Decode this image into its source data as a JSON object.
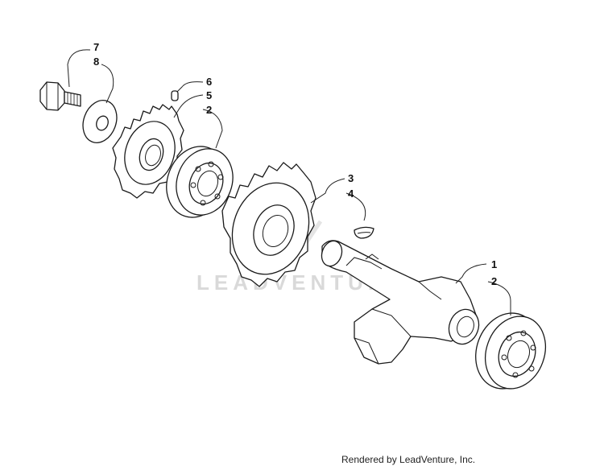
{
  "callouts": [
    {
      "id": "c7",
      "label": "7"
    },
    {
      "id": "c8",
      "label": "8"
    },
    {
      "id": "c6",
      "label": "6"
    },
    {
      "id": "c5",
      "label": "5"
    },
    {
      "id": "c2a",
      "label": "2"
    },
    {
      "id": "c3",
      "label": "3"
    },
    {
      "id": "c4",
      "label": "4"
    },
    {
      "id": "c1",
      "label": "1"
    },
    {
      "id": "c2b",
      "label": "2"
    }
  ],
  "watermark": "LEADVENTURE",
  "footer": "Rendered by LeadVenture, Inc."
}
